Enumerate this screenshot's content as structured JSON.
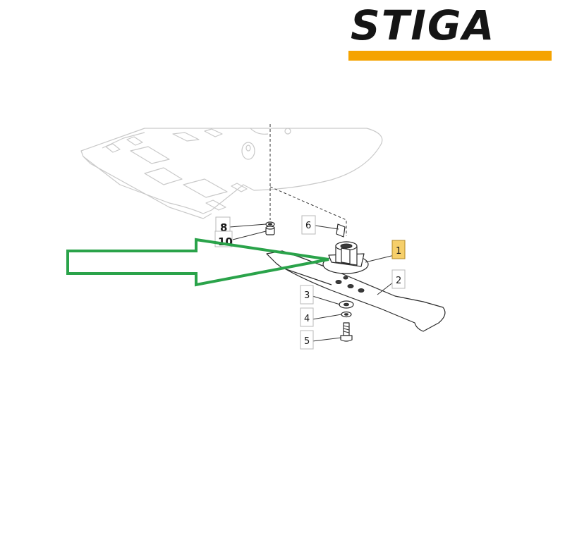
{
  "brand": {
    "name": "STIGA",
    "accent_color": "#f5a300",
    "text_color": "#151515"
  },
  "arrow_color": "#2aa34a",
  "highlighted_label": "1",
  "callouts": [
    {
      "id": "1",
      "highlighted": true
    },
    {
      "id": "2",
      "highlighted": false
    },
    {
      "id": "3",
      "highlighted": false
    },
    {
      "id": "4",
      "highlighted": false
    },
    {
      "id": "5",
      "highlighted": false
    },
    {
      "id": "6",
      "highlighted": false
    },
    {
      "id": "8",
      "highlighted": false
    },
    {
      "id": "10",
      "highlighted": false
    }
  ]
}
